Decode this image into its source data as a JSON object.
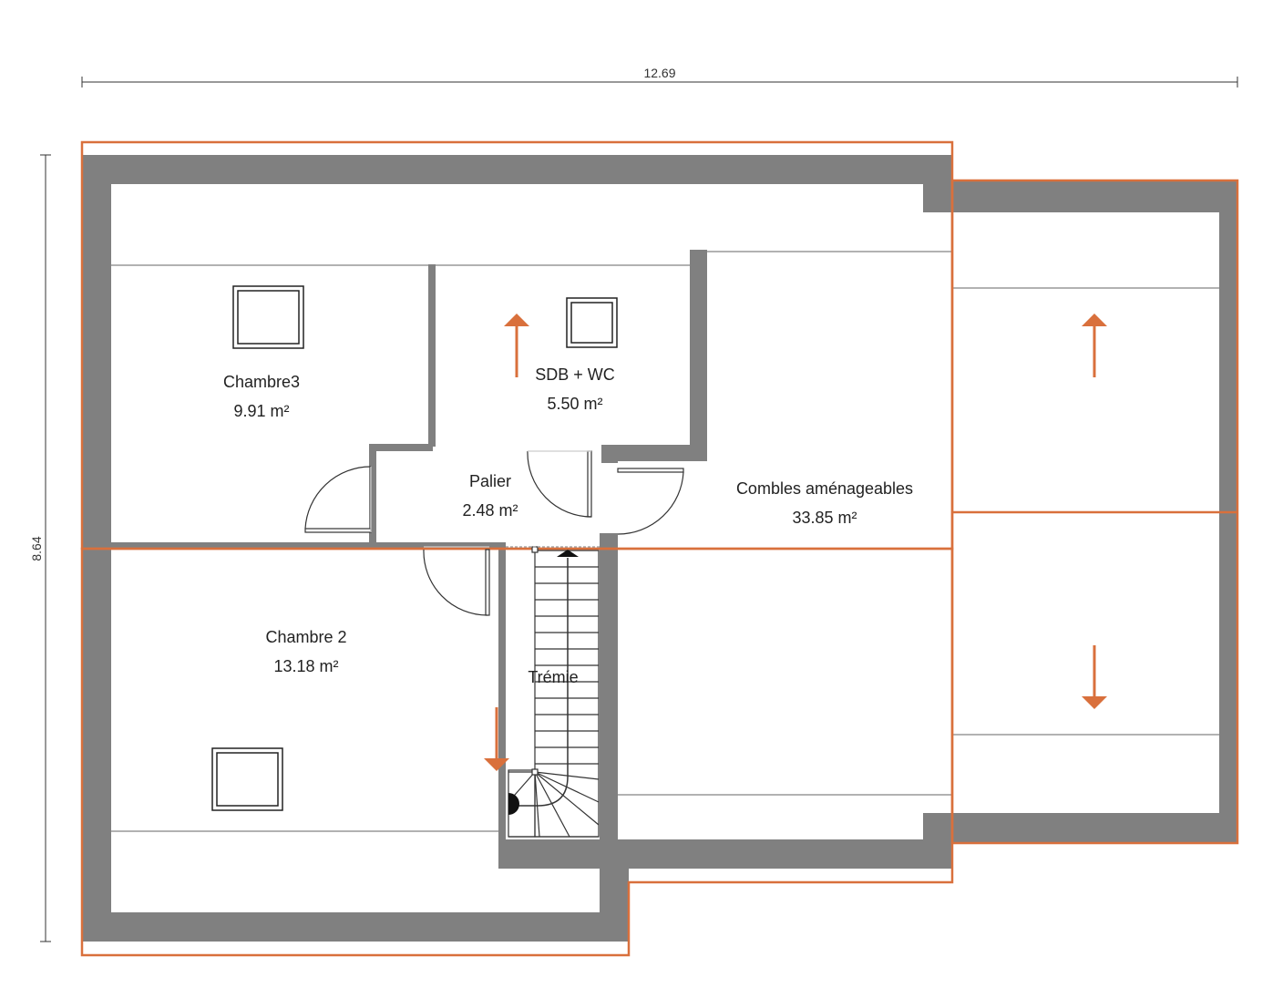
{
  "dimensions": {
    "width_label": "12.69",
    "height_label": "8.64"
  },
  "rooms": [
    {
      "name": "Chambre3",
      "area": "9.91 m²"
    },
    {
      "name": "SDB + WC",
      "area": "5.50 m²"
    },
    {
      "name": "Palier",
      "area": "2.48 m²"
    },
    {
      "name": "Combles aménageables",
      "area": "33.85 m²"
    },
    {
      "name": "Chambre 2",
      "area": "13.18 m²"
    },
    {
      "name": "Trémie"
    }
  ],
  "colors": {
    "wall": "#808080",
    "roof_outline": "#d9703c",
    "arrow": "#d9703c",
    "line": "#333333"
  },
  "icons": [
    "skylight-icon",
    "slope-arrow-icon",
    "door-swing-icon",
    "stair-direction-arrow-icon"
  ]
}
